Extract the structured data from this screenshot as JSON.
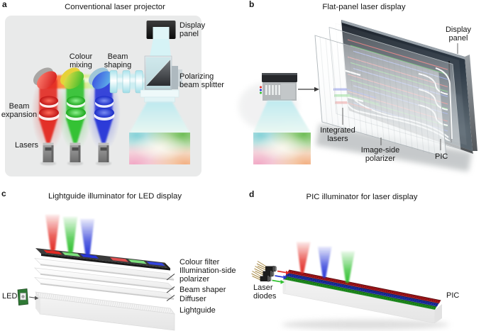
{
  "colors": {
    "red": "#e32b24",
    "green": "#2fc12f",
    "blue": "#2736d8",
    "beam_cyan": "#cdeef2",
    "panel_bg": "#e9eaea",
    "dark_panel": "#2c3845"
  },
  "panels": {
    "a": {
      "letter": "a",
      "title": "Conventional laser projector",
      "labels": {
        "display_panel": "Display panel",
        "colour_mixing": "Colour mixing",
        "beam_shaping": "Beam shaping",
        "polarizing_beam_splitter": "Polarizing beam splitter",
        "beam_expansion": "Beam expansion",
        "lasers": "Lasers"
      }
    },
    "b": {
      "letter": "b",
      "title": "Flat-panel laser display",
      "labels": {
        "display_panel": "Display panel",
        "integrated_lasers": "Integrated lasers",
        "image_side_polarizer": "Image-side polarizer",
        "pic": "PIC"
      }
    },
    "c": {
      "letter": "c",
      "title": "Lightguide illuminator for LED display",
      "labels": {
        "colour_filter": "Colour filter",
        "illumination_side_polarizer": "Illumination-side polarizer",
        "beam_shaper": "Beam shaper",
        "diffuser": "Diffuser",
        "lightguide": "Lightguide",
        "led": "LED"
      }
    },
    "d": {
      "letter": "d",
      "title": "PIC illuminator for laser display",
      "labels": {
        "laser_diodes": "Laser diodes",
        "pic": "PIC"
      }
    }
  }
}
